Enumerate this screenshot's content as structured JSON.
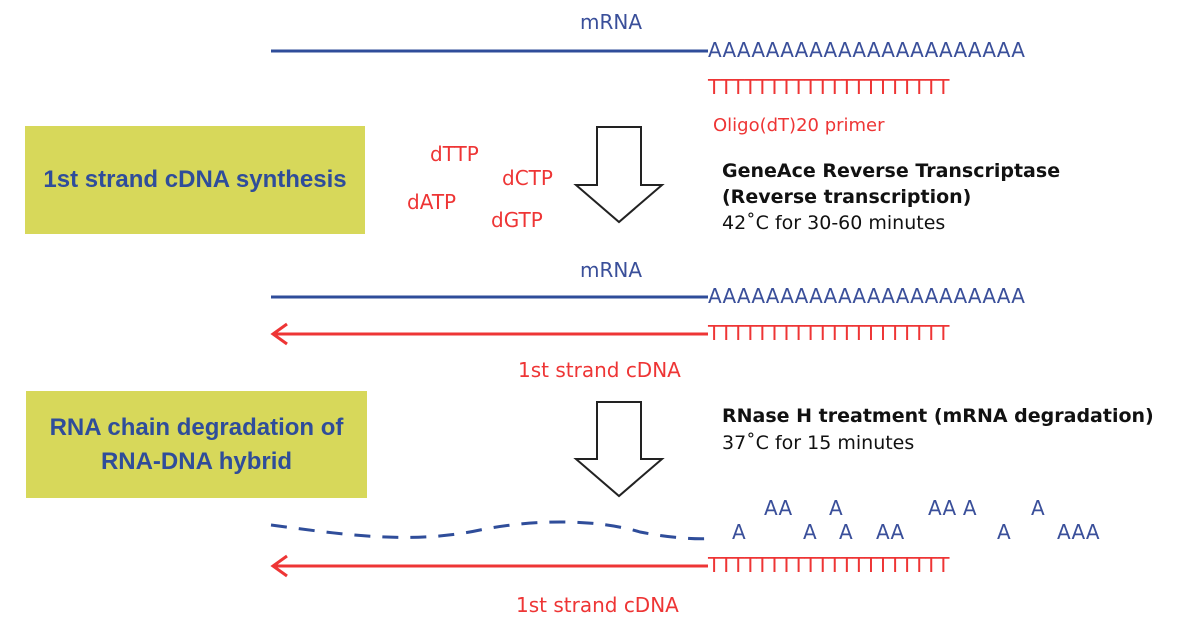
{
  "colors": {
    "mrna_blue": "#2f4d9a",
    "cdna_red": "#ee3535",
    "box_fill": "#d7d85a"
  },
  "step1": {
    "box_label": "1st strand cDNA synthesis",
    "mrna_label": "mRNA",
    "polyA": "AAAAAAAAAAAAAAAAAAAAAA",
    "oligo_dT": "TTTTTTTTTTTTTTTTTTTT",
    "primer_label": "Oligo(dT)20 primer",
    "nucleotides": [
      "dTTP",
      "dCTP",
      "dATP",
      "dGTP"
    ],
    "enzyme_line1": "GeneAce Reverse Transcriptase",
    "enzyme_line2": "(Reverse transcription)",
    "condition": "42˚C for 30-60 minutes"
  },
  "step1_result": {
    "mrna_label": "mRNA",
    "polyA": "AAAAAAAAAAAAAAAAAAAAAA",
    "oligo_dT": "TTTTTTTTTTTTTTTTTTTT",
    "cdna_label": "1st strand cDNA"
  },
  "step2": {
    "box_line1": "RNA chain degradation of",
    "box_line2": "RNA-DNA hybrid",
    "treatment": "RNase H treatment (mRNA degradation)",
    "condition": "37˚C for 15 minutes"
  },
  "step2_result": {
    "fragments": [
      "A",
      "AA",
      "A",
      "A",
      "AA",
      "AA A",
      "A",
      "A",
      "AAA"
    ],
    "oligo_dT": "TTTTTTTTTTTTTTTTTTTT",
    "cdna_label": "1st strand cDNA"
  }
}
